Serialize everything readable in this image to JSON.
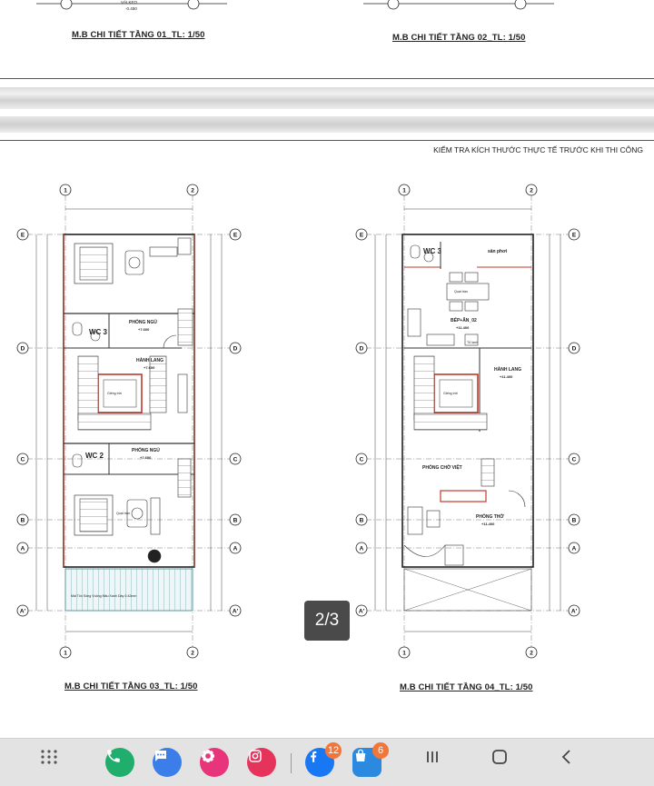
{
  "drawing": {
    "top_titles": [
      "M.B CHI TIẾT TẦNG 01_TL: 1/50",
      "M.B CHI TIẾT TẦNG 02_TL: 1/50"
    ],
    "top_fragment": "VÁI KEO",
    "top_level": "-0.450",
    "note": "KIỂM TRA KÍCH THƯỚC THỰC TẾ TRƯỚC KHI THI CÔNG",
    "plans": [
      {
        "title": "M.B CHI TIẾT TẦNG 03_TL: 1/50",
        "axis_cols": [
          "1",
          "2"
        ],
        "axis_rows": [
          "E",
          "D",
          "C",
          "B",
          "A",
          "A'"
        ],
        "rooms": [
          "WC 3",
          "PHÒNG NGỦ",
          "+7.600",
          "HÀNH LANG",
          "+7.600",
          "WC 2",
          "PHÒNG NGỦ",
          "+7.600",
          "Giếng trời",
          "Mái Tôn Sóng Vuông Màu Xanh Dày 0.42mm",
          "Quạt trần"
        ]
      },
      {
        "title": "M.B CHI TIẾT TẦNG 04_TL: 1/50",
        "axis_cols": [
          "1",
          "2"
        ],
        "axis_rows": [
          "E",
          "D",
          "C",
          "B",
          "A",
          "A'"
        ],
        "rooms": [
          "WC 3",
          "sân phơi",
          "BẾP+ĂN_02",
          "+11.400",
          "HÀNH LANG",
          "+11.400",
          "PHÒNG CHỜ VIỆT",
          "PHÒNG THỜ",
          "+11.400",
          "Tủ lạnh",
          "Giếng trời",
          "Quạt trần"
        ]
      }
    ]
  },
  "viewer": {
    "page_indicator": "2/3"
  },
  "taskbar": {
    "apps": [
      {
        "name": "apps-grid",
        "badge": ""
      },
      {
        "name": "phone",
        "badge": ""
      },
      {
        "name": "messages",
        "badge": ""
      },
      {
        "name": "flower-app",
        "badge": ""
      },
      {
        "name": "camera-app",
        "badge": ""
      },
      {
        "name": "facebook",
        "badge": "12"
      },
      {
        "name": "store",
        "badge": "6"
      }
    ],
    "nav": [
      "recents",
      "home",
      "back"
    ]
  },
  "colors": {
    "taskbar_bg": "#e3e3e3",
    "phone": "#1fae6c",
    "messages": "#3b7de9",
    "flower": "#e8347a",
    "camera": "#e6335b",
    "facebook": "#1877f2",
    "store": "#2b8ae0",
    "badge": "#f2763a"
  }
}
